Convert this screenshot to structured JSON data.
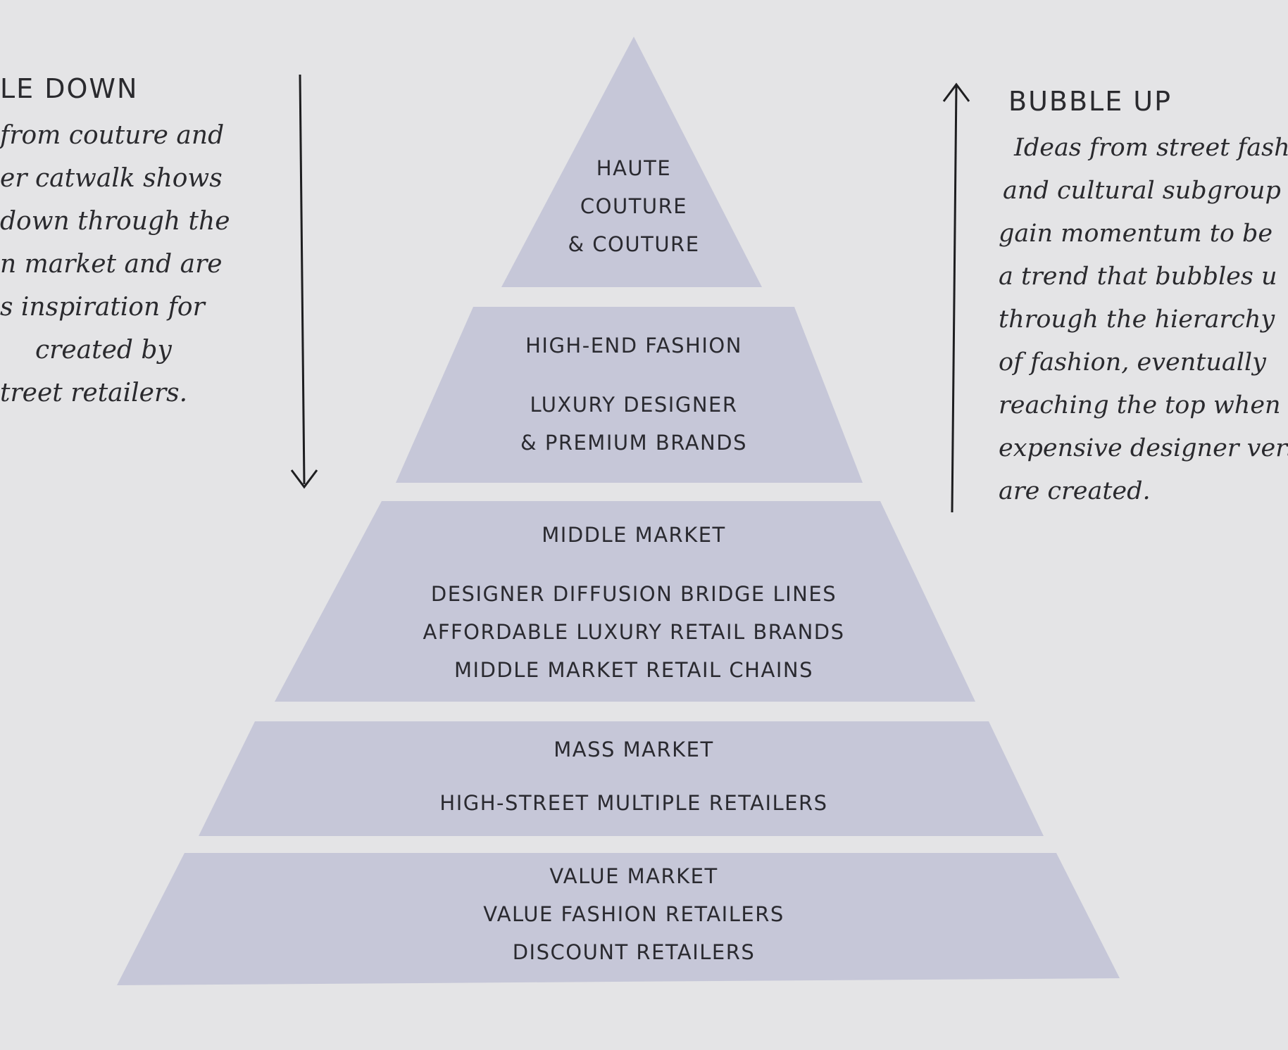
{
  "colors": {
    "page": "#e4e4e6",
    "tier_fill": "#c6c7d8",
    "text": "#2a2a30",
    "arrow": "#1e1e20"
  },
  "arrows": {
    "left_icon": "arrow-down-icon",
    "right_icon": "arrow-up-icon"
  },
  "left_note": {
    "title": "LE DOWN",
    "lines": [
      "from couture and",
      "er catwalk shows",
      "down through the",
      "n market and are",
      "s inspiration for",
      "created by",
      "treet retailers."
    ]
  },
  "right_note": {
    "title": "BUBBLE UP",
    "lines": [
      "Ideas from street fash",
      "and cultural subgroup",
      "gain momentum to be",
      "a trend that bubbles u",
      "through the hierarchy",
      "of fashion, eventually",
      "reaching the top when",
      "expensive designer versi",
      "are created."
    ]
  },
  "tiers": [
    {
      "lines": [
        "HAUTE",
        "COUTURE",
        "& COUTURE"
      ]
    },
    {
      "heading": "HIGH-END FASHION",
      "lines": [
        "LUXURY DESIGNER",
        "& PREMIUM BRANDS"
      ]
    },
    {
      "heading": "MIDDLE MARKET",
      "lines": [
        "DESIGNER DIFFUSION BRIDGE LINES",
        "AFFORDABLE LUXURY RETAIL BRANDS",
        "MIDDLE MARKET RETAIL CHAINS"
      ]
    },
    {
      "heading": "MASS MARKET",
      "lines": [
        "HIGH-STREET MULTIPLE RETAILERS"
      ]
    },
    {
      "lines": [
        "VALUE MARKET",
        "VALUE FASHION RETAILERS",
        "DISCOUNT RETAILERS"
      ]
    }
  ]
}
